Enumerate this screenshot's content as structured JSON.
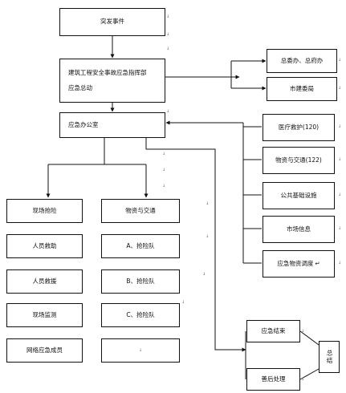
{
  "diagram": {
    "nodes": {
      "incident": "突发事件",
      "hq_line1": "建筑工程安全事故应急指挥部",
      "hq_line2": "应急总动",
      "gov": "总委办、总府办",
      "gov2": "市建委局",
      "office": "应急办公室",
      "rescue_site": "现场抢险",
      "material": "物资与交通",
      "med": "医疗救护(120)",
      "police": "物资与交通(122)",
      "public": "公共基础设施",
      "news": "市场信息",
      "supplies": "应急物资调度",
      "personnel": "人员救助",
      "team_a": "A、抢险队",
      "casualty": "人员救援",
      "team_b": "B、抢险队",
      "monitor": "现场监测",
      "team_c": "C、抢险队",
      "members": "网络应急成员",
      "emergency_end": "应急结束",
      "aftermath": "善后处理",
      "summary": "总结"
    },
    "marks": {
      "tick": "↓",
      "para": "↵",
      "cursor": "↵"
    }
  }
}
